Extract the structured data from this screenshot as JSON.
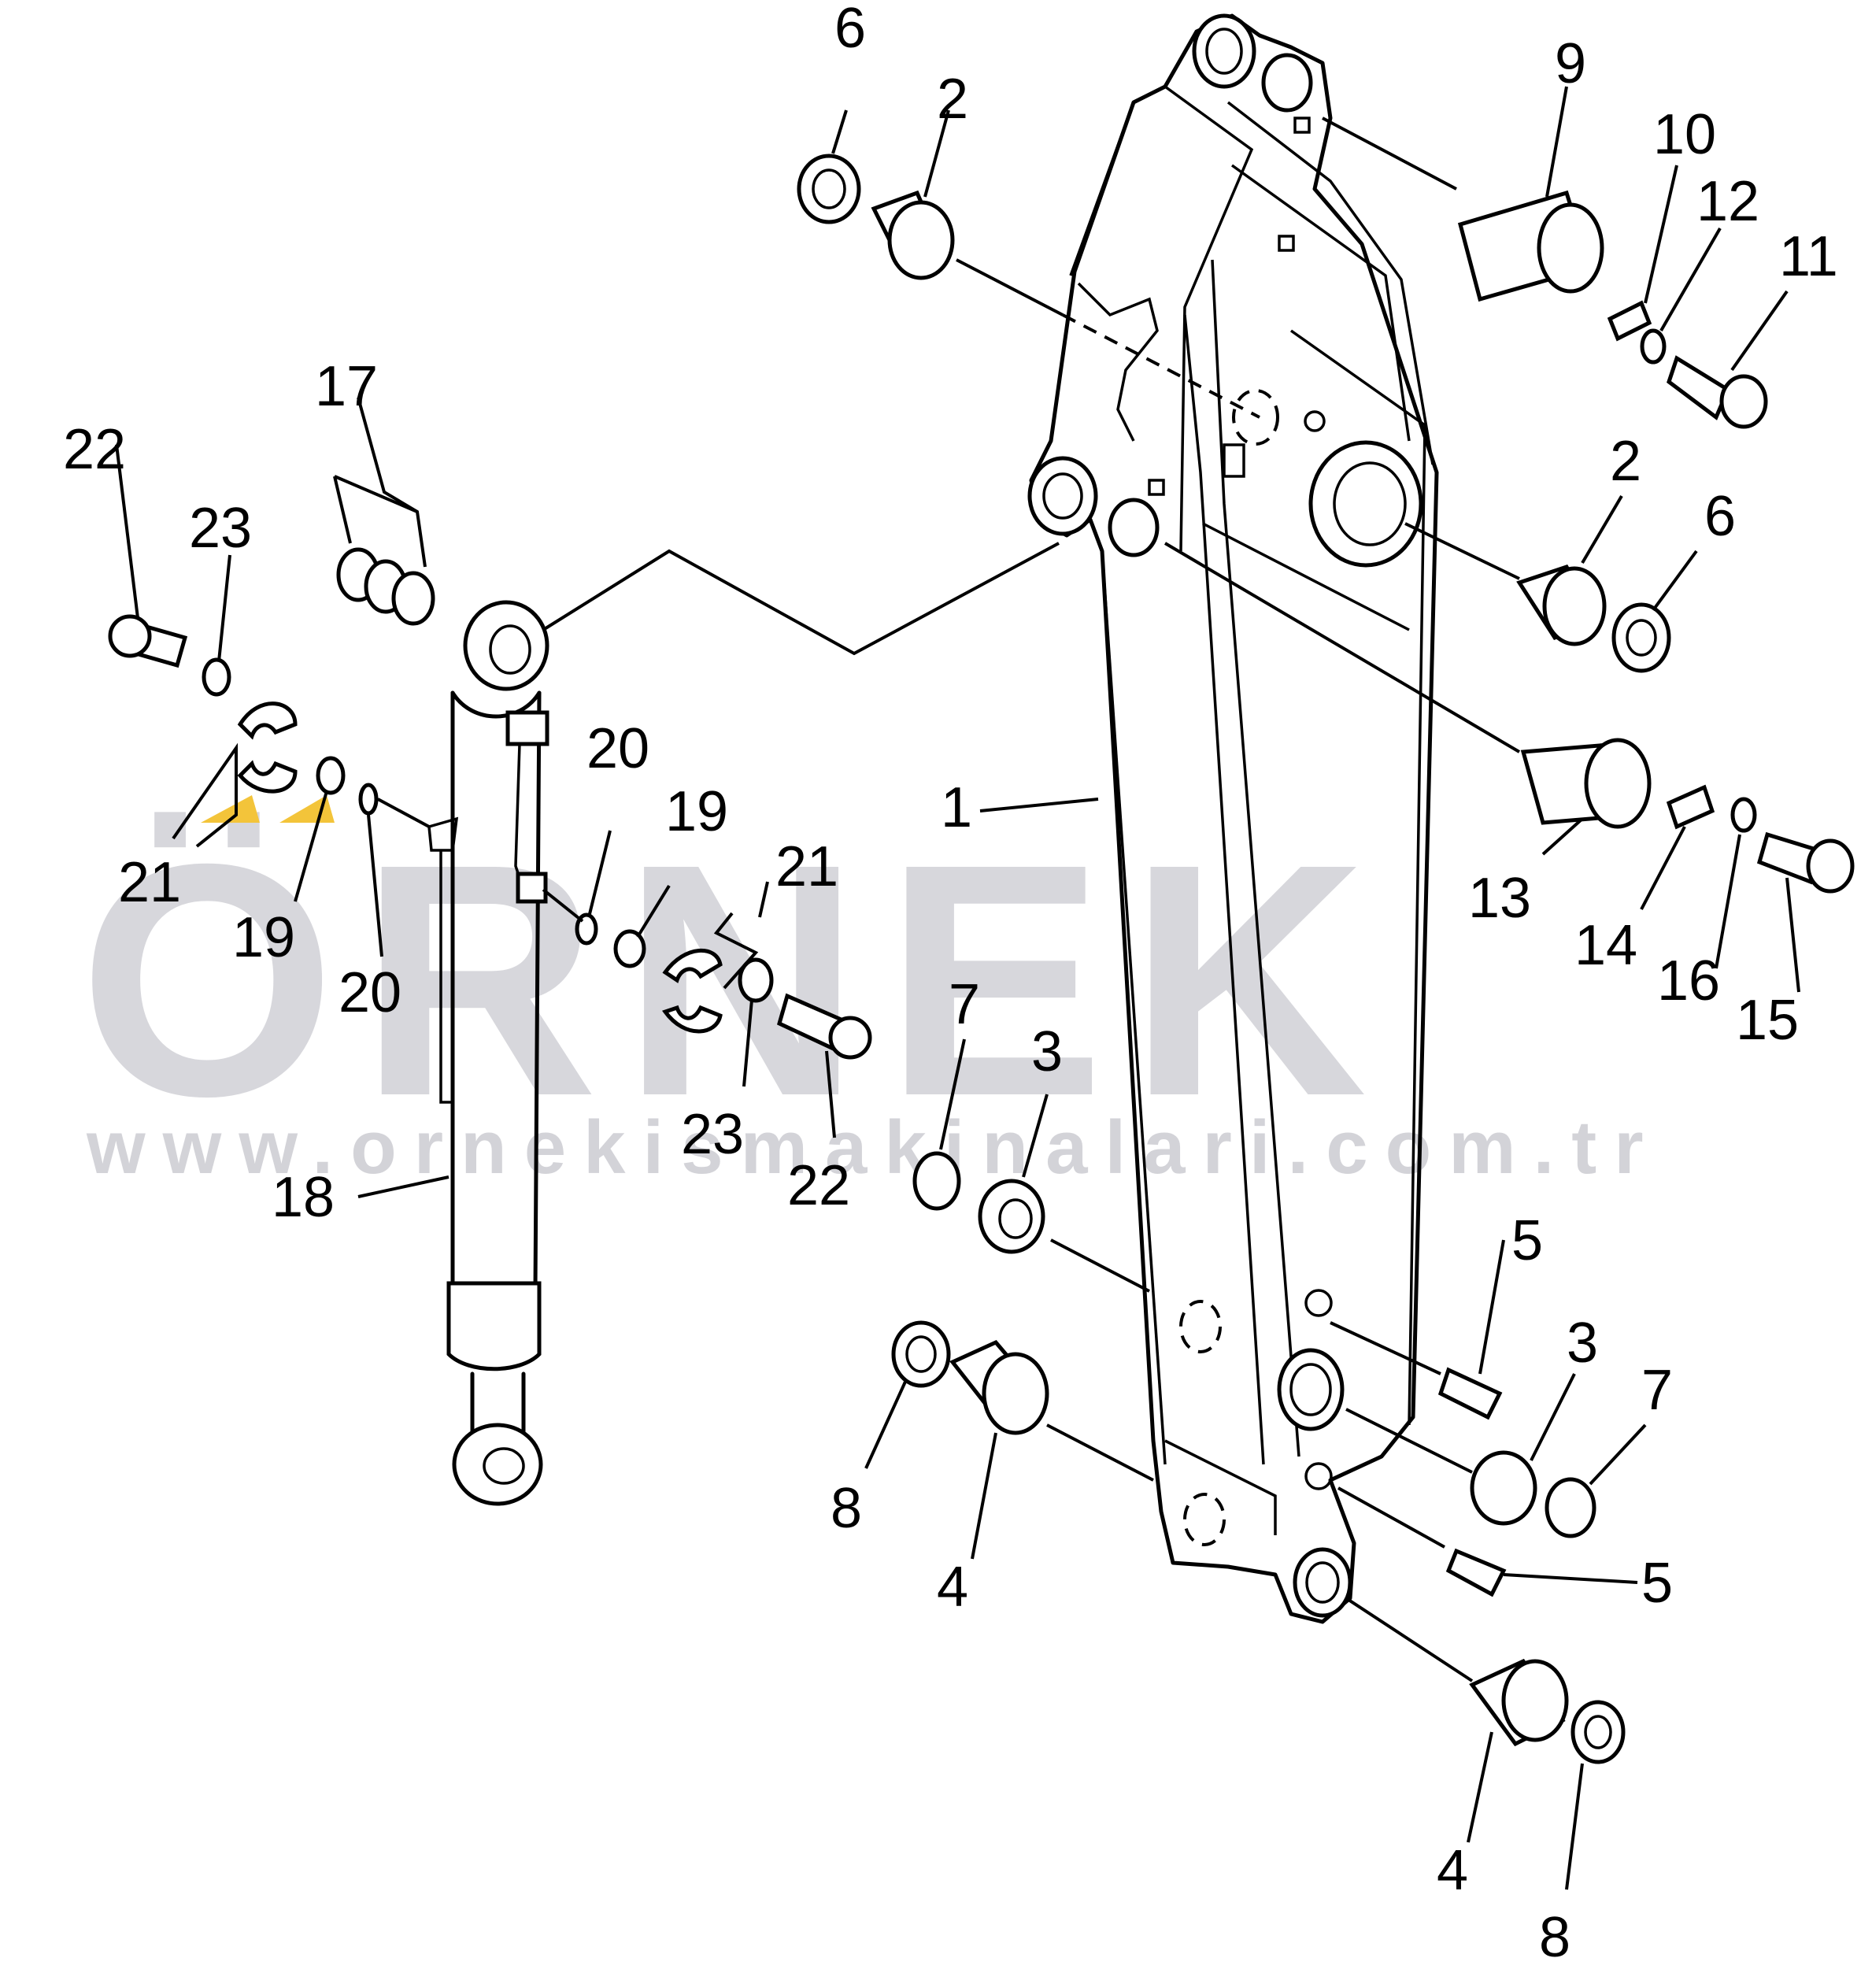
{
  "watermark": {
    "brand": "ÖRNEK",
    "url": "www.ornekismakinalari.com.tr",
    "accent_color": "#f3c43a"
  },
  "callouts": {
    "c1": "1",
    "c2a": "2",
    "c2b": "2",
    "c3a": "3",
    "c3b": "3",
    "c4a": "4",
    "c4b": "4",
    "c5a": "5",
    "c5b": "5",
    "c6a": "6",
    "c6b": "6",
    "c7a": "7",
    "c7b": "7",
    "c8a": "8",
    "c8b": "8",
    "c9": "9",
    "c10": "10",
    "c11": "11",
    "c12": "12",
    "c13": "13",
    "c14": "14",
    "c15": "15",
    "c16": "16",
    "c17": "17",
    "c18": "18",
    "c19a": "19",
    "c19b": "19",
    "c20a": "20",
    "c20b": "20",
    "c21a": "21",
    "c21b": "21",
    "c22a": "22",
    "c22b": "22",
    "c23a": "23",
    "c23b": "23"
  }
}
